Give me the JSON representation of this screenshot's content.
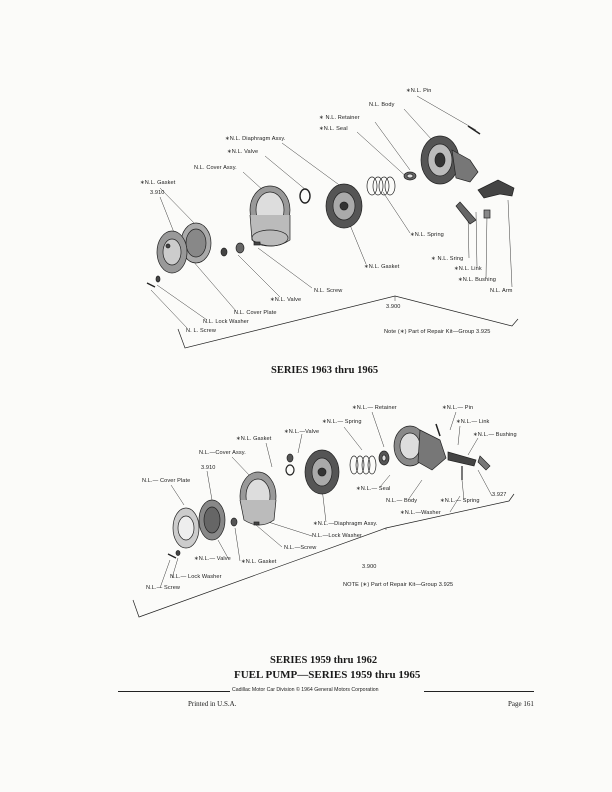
{
  "top_diagram": {
    "labels": {
      "pin": "∗N.L. Pin",
      "body": "N.L. Body",
      "retainer": "∗ N.L. Retainer",
      "seal": "∗N.L. Seal",
      "diaphragm": "∗N.L. Diaphragm Assy.",
      "valve_top": "∗N.L. Valve",
      "cover_assy": "N.L. Cover Assy.",
      "gasket_top": "∗N.L. Gasket",
      "ref_3910": "3.910",
      "spring": "∗N.L. Spring",
      "sring": "∗  N.L. Sring",
      "link": "∗N.L. Link",
      "bushing": "∗N.L. Bushing",
      "arm": "N.L. Arm",
      "gasket_mid": "∗N.L. Gasket",
      "screw_mid": "N.L. Screw",
      "valve_low": "∗N.L. Valve",
      "ref_3900": "3.900",
      "cover_plate": "N.L. Cover Plate",
      "lock_washer": "N.L. Lock Washer",
      "screw_low": "N. L. Screw",
      "note": "Note (∗) Part of Repair Kit—Group  3.925"
    },
    "series_title": "SERIES 1963 thru 1965"
  },
  "bottom_diagram": {
    "labels": {
      "retainer": "∗N.L.— Retainer",
      "pin": "∗N.L.— Pin",
      "spring_top": "∗N.L.— Spring",
      "link": "∗N.L.— Link",
      "valve_top": "∗N.L.—Valve",
      "bushing": "∗N.L.— Bushing",
      "gasket_top": "∗N.L. Gasket",
      "cover_assy": "N.L.—Cover Assy.",
      "ref_3910": "3.910",
      "cover_plate": "N.L.— Cover Plate",
      "seal": "∗N.L.— Seal",
      "body": "N.L.— Body",
      "spring_mid": "∗N.L.— Spring",
      "ref_3927": "3.927",
      "washer": "∗N.L.—Washer",
      "diaphragm": "∗N.L.—Diaphragm Assy.",
      "lock_washer_mid": "N.L.—Lock Washer",
      "screw_mid": "N.L.—Screw",
      "valve_low": "∗N.L.— Valve",
      "gasket_low": "∗N.L. Gasket",
      "ref_3900": "3.900",
      "lock_washer_low": "N.L.— Lock Washer",
      "screw_low": "N.L.— Screw",
      "note": "NOTE (∗) Part of Repair Kit—Group  3.925"
    },
    "series_title": "SERIES 1959 thru 1962",
    "fuel_pump_title": "FUEL PUMP—SERIES 1959 thru 1965"
  },
  "footer": {
    "division": "Cadillac Motor Car Division © 1964 General Motors Corporation",
    "printed": "Printed in U.S.A.",
    "page": "Page 161"
  }
}
